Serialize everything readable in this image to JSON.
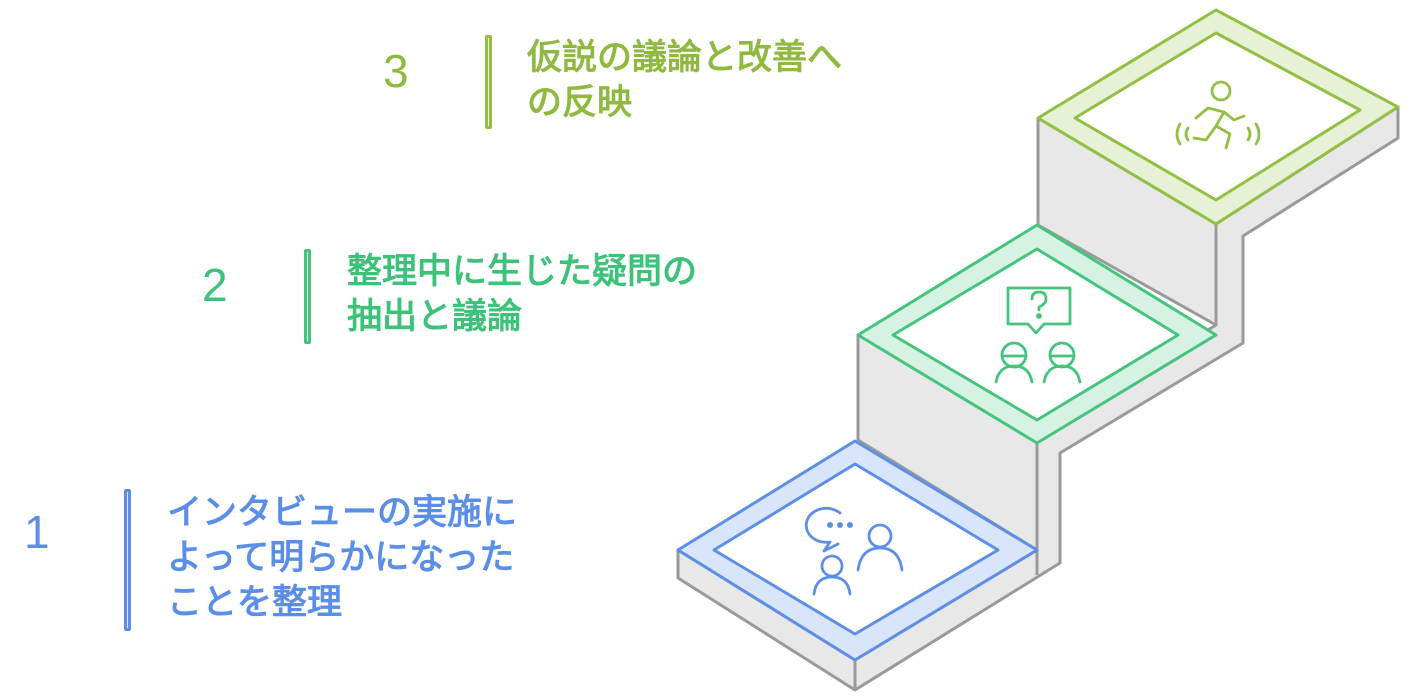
{
  "steps": [
    {
      "number": "1",
      "lines": [
        "インタビューの実施に",
        "よって明らかになった",
        "ことを整理"
      ],
      "icon": "interview-chat-icon",
      "color": "#5b8ee6"
    },
    {
      "number": "2",
      "lines": [
        "整理中に生じた疑問の",
        "抽出と議論"
      ],
      "icon": "question-discussion-icon",
      "color": "#3ec27a"
    },
    {
      "number": "3",
      "lines": [
        "仮説の議論と改善へ",
        "の反映"
      ],
      "icon": "running-person-icon",
      "color": "#8fb93f"
    }
  ],
  "colors": {
    "step_side": "#e8e8e8",
    "step_outline": "#9a9a9a",
    "blue_fill": "#d9e5fa",
    "green_fill": "#d6f2e2",
    "lime_fill": "#e7f1d5"
  }
}
